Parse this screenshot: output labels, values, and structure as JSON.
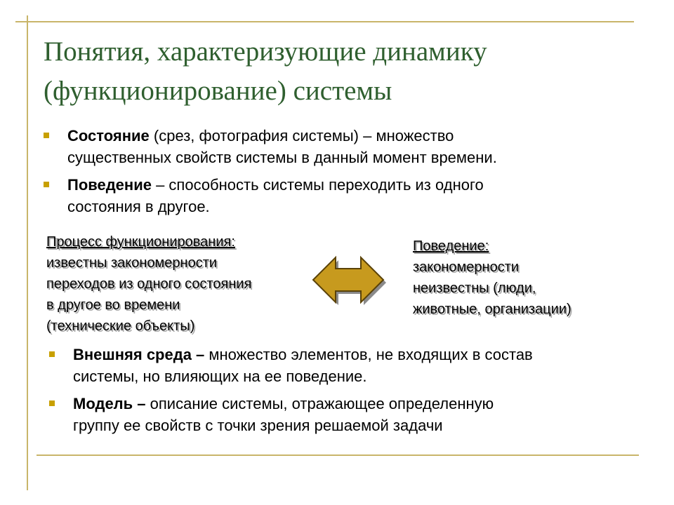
{
  "title": {
    "line1": "Понятия, характеризующие динамику",
    "line2": "(функционирование) системы"
  },
  "bullets_top": [
    {
      "term": "Состояние",
      "rest1": " (срез, фотография системы) – множество",
      "rest2": "существенных свойств системы в данный момент времени."
    },
    {
      "term": "Поведение",
      "rest1": " – способность системы переходить из одного",
      "rest2": "состояния в другое."
    }
  ],
  "diagram": {
    "left": {
      "heading": "Процесс функционирования:",
      "lines": [
        "известны закономерности",
        "переходов из одного состояния",
        "в другое во времени",
        "(технические объекты)"
      ]
    },
    "right": {
      "heading": "Поведение:",
      "lines": [
        "закономерности",
        "неизвестны (люди,",
        "животные, организации)"
      ]
    },
    "arrow_icon": "double-arrow-icon",
    "colors": {
      "arrow_fill": "#c79a1e",
      "arrow_stroke": "#5a4208"
    }
  },
  "bullets_bottom": [
    {
      "term": "Внешняя среда –",
      "rest1": " множество элементов, не входящих в состав",
      "rest2": "системы, но влияющих на ее поведение."
    },
    {
      "term": "Модель –",
      "rest1": " описание системы, отражающее определенную",
      "rest2": "группу ее свойств с точки зрения решаемой задачи"
    }
  ],
  "colors": {
    "title": "#2f5f2f",
    "rule": "#c9b56a",
    "bullet_marker": "#c8a000"
  }
}
